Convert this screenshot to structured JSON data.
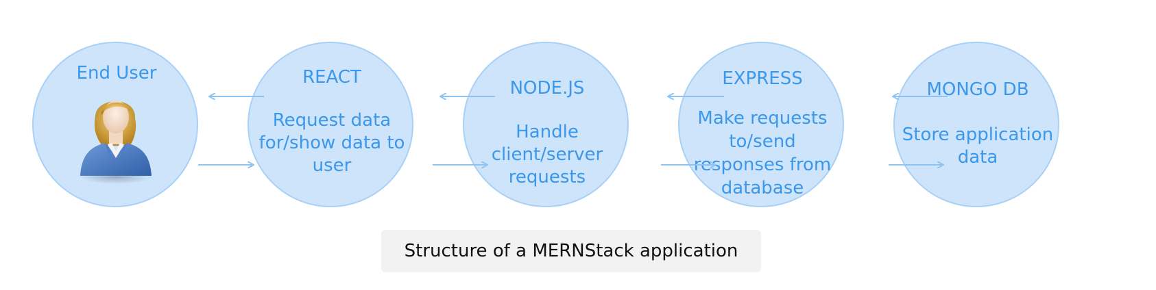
{
  "nodes": {
    "end_user": {
      "title": "End User"
    },
    "react": {
      "title": "REACT",
      "lines": [
        "Request data",
        "for/show data to",
        "user"
      ]
    },
    "node": {
      "title": "NODE.JS",
      "lines": [
        "Handle",
        "client/server",
        "requests"
      ]
    },
    "express": {
      "title": "EXPRESS",
      "lines": [
        "Make requests",
        "to/send",
        "responses from",
        "database"
      ]
    },
    "mongo": {
      "title": "MONGO DB",
      "lines": [
        "Store application",
        "data"
      ]
    }
  },
  "caption": "Structure of a MERNStack application",
  "colors": {
    "circle_fill": "#cde4fb",
    "circle_border": "#a9d0f5",
    "text": "#3b97ea",
    "arrow": "#8fc4f2",
    "caption_bg": "#f2f2f2"
  },
  "icons": {
    "user": "businesswoman-avatar-icon",
    "arrow_left": "arrow-left-icon",
    "arrow_right": "arrow-right-icon"
  }
}
